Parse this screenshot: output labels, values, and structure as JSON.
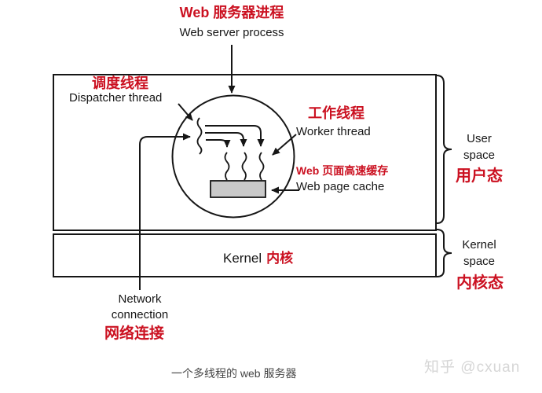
{
  "colors": {
    "ink": "#161616",
    "red": "#cb1121",
    "gray_fill": "#c9c9c9",
    "caption": "#454545",
    "watermark": "#d6d6d6",
    "bg": "#ffffff"
  },
  "top": {
    "title_zh": "Web 服务器进程",
    "title_en": "Web server process"
  },
  "diagram": {
    "dispatcher": {
      "zh": "调度线程",
      "en": "Dispatcher thread"
    },
    "worker": {
      "zh": "工作线程",
      "en": "Worker thread"
    },
    "cache": {
      "zh": "Web 页面高速缓存",
      "en": "Web page cache"
    },
    "kernel_box": {
      "en": "Kernel",
      "zh": "内核"
    },
    "right": {
      "user_space_line1": "User",
      "user_space_line2": "space",
      "user_mode_zh": "用户态",
      "kernel_space_line1": "Kernel",
      "kernel_space_line2": "space",
      "kernel_mode_zh": "内核态"
    },
    "network": {
      "en_line1": "Network",
      "en_line2": "connection",
      "zh": "网络连接"
    }
  },
  "footer": {
    "caption": "一个多线程的 web 服务器",
    "watermark": "知乎 @cxuan"
  }
}
